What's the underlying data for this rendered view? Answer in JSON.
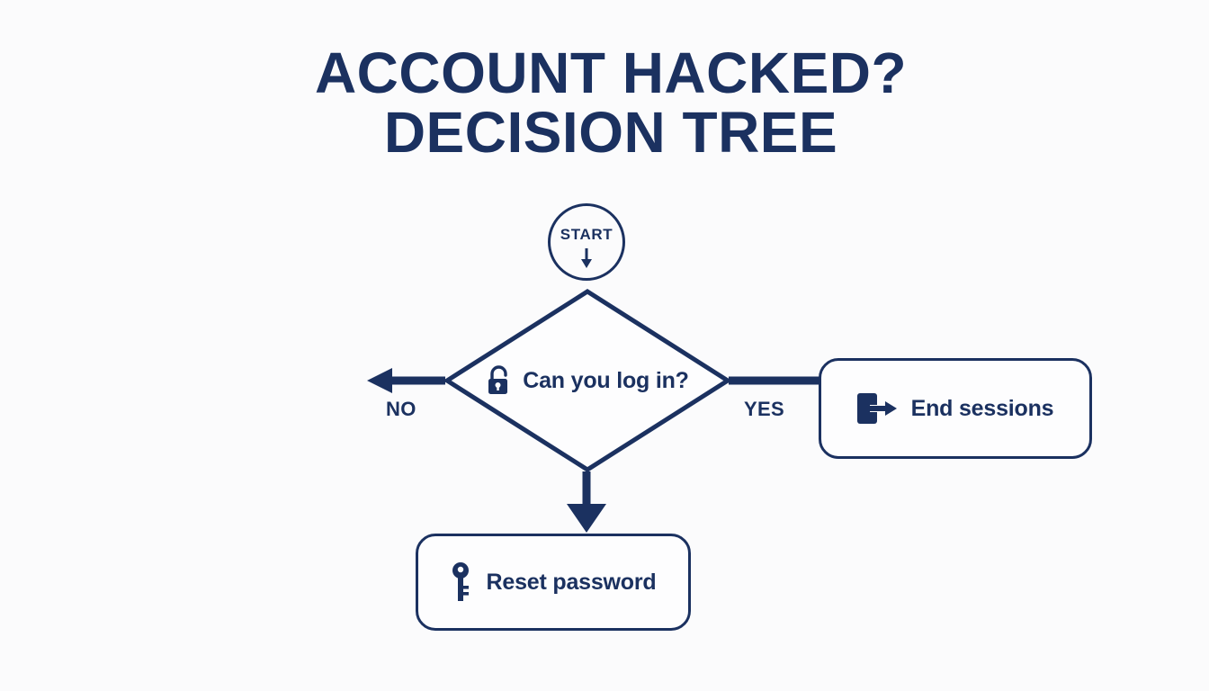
{
  "diagram": {
    "title_line_1": "ACCOUNT HACKED?",
    "title_line_2": "DECISION TREE",
    "background_color": "#fbfbfc",
    "accent_color": "#1b3160",
    "type": "flowchart-decision-tree",
    "nodes": {
      "start": {
        "label": "START",
        "shape": "circle",
        "icon": "arrow-down-icon"
      },
      "decision": {
        "label": "Can you log in?",
        "shape": "diamond",
        "icon": "unlocked-padlock-icon"
      },
      "yes_action": {
        "label": "End sessions",
        "shape": "rounded-rectangle",
        "icon": "logout-icon"
      },
      "no_action": {
        "label": "Reset password",
        "shape": "rounded-rectangle",
        "icon": "key-icon"
      }
    },
    "edges": {
      "no_label": "NO",
      "yes_label": "YES"
    }
  }
}
